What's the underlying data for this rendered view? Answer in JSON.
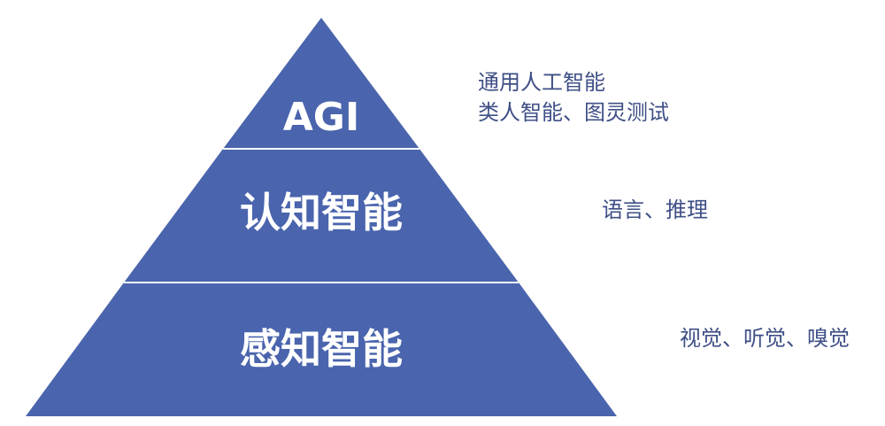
{
  "diagram": {
    "fill": "#4a64ad",
    "divider": "#ffffff",
    "text_color": "#ffffff",
    "note_color": "#3f4f86",
    "tiers": [
      {
        "label": "AGI",
        "description_lines": [
          "通用人工智能",
          "类人智能、图灵测试"
        ]
      },
      {
        "label": "认知智能",
        "description_lines": [
          "语言、推理"
        ]
      },
      {
        "label": "感知智能",
        "description_lines": [
          "视觉、听觉、嗅觉"
        ]
      }
    ]
  }
}
